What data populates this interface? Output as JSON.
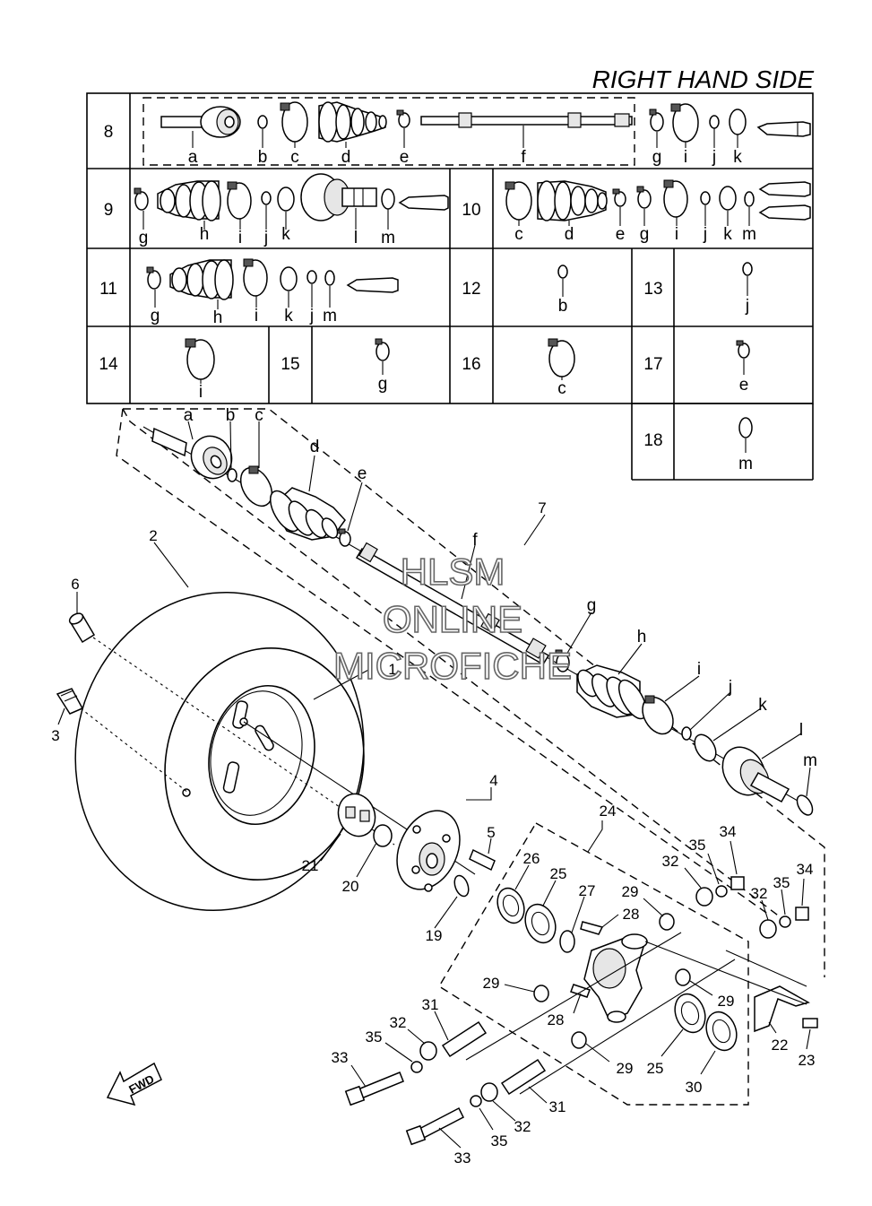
{
  "header": {
    "title": "RIGHT HAND SIDE"
  },
  "table": {
    "rows": [
      {
        "id": "8",
        "letters": [
          "a",
          "b",
          "c",
          "d",
          "e",
          "f",
          "g",
          "i",
          "j",
          "k"
        ]
      },
      {
        "id": "9",
        "letters": [
          "g",
          "h",
          "i",
          "j",
          "k",
          "l",
          "m"
        ]
      },
      {
        "id": "10",
        "letters": [
          "c",
          "d",
          "e",
          "g",
          "i",
          "j",
          "k",
          "m"
        ]
      },
      {
        "id": "11",
        "letters": [
          "g",
          "h",
          "i",
          "k",
          "j",
          "m"
        ]
      },
      {
        "id": "12",
        "letters": [
          "b"
        ]
      },
      {
        "id": "13",
        "letters": [
          "j"
        ]
      },
      {
        "id": "14",
        "letters": [
          "i"
        ]
      },
      {
        "id": "15",
        "letters": [
          "g"
        ]
      },
      {
        "id": "16",
        "letters": [
          "c"
        ]
      },
      {
        "id": "17",
        "letters": [
          "e"
        ]
      },
      {
        "id": "18",
        "letters": [
          "m"
        ]
      }
    ]
  },
  "shaft_callouts": [
    "a",
    "b",
    "c",
    "d",
    "e",
    "f",
    "g",
    "h",
    "i",
    "j",
    "k",
    "l",
    "m"
  ],
  "assembly_callouts": [
    "7",
    "2",
    "6",
    "3",
    "1",
    "4",
    "5",
    "21",
    "20",
    "19",
    "24",
    "26",
    "25",
    "27",
    "28",
    "29",
    "32",
    "35",
    "34",
    "31",
    "33",
    "30",
    "22",
    "23"
  ],
  "watermark": {
    "line1": "HLSM",
    "line2": "ONLINE",
    "line3": "MICROFICHE"
  },
  "fwd_label": "FWD"
}
